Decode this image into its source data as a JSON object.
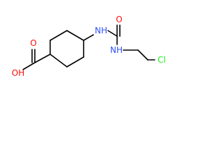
{
  "colors": {
    "bond": "#000000",
    "oxygen": "#ff0d0d",
    "nitrogen": "#3050f8",
    "chlorine": "#1ff01f"
  },
  "atoms": {
    "acid_hydroxyl": "OH",
    "acid_oxygen": "O",
    "urea_oxygen": "O",
    "ring_amine": "NH",
    "chain_amine": "NH",
    "chlorine": "Cl"
  }
}
